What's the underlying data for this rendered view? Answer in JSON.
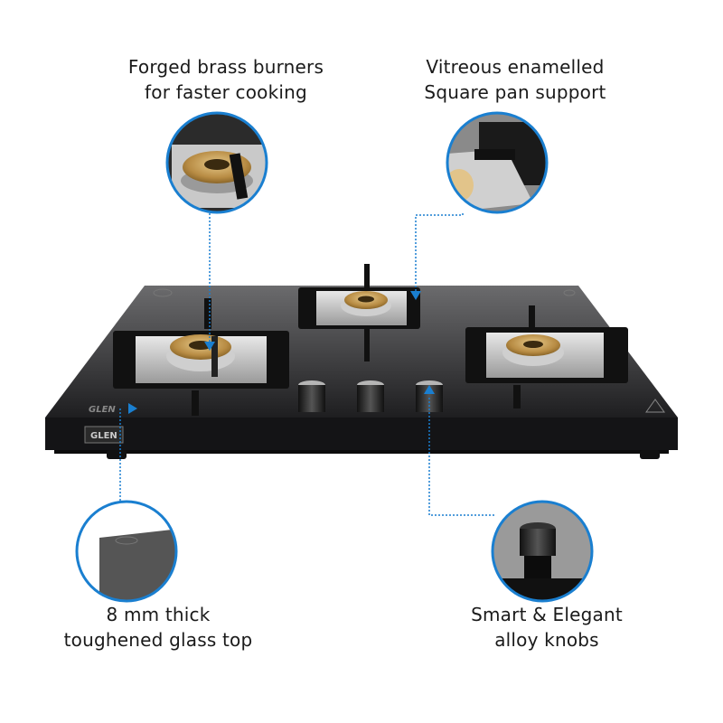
{
  "features": {
    "top_left": {
      "line1": "Forged brass burners",
      "line2": "for faster cooking"
    },
    "top_right": {
      "line1": "Vitreous enamelled",
      "line2": "Square pan support"
    },
    "bottom_left": {
      "line1": "8 mm thick",
      "line2": "toughened glass top"
    },
    "bottom_right": {
      "line1": "Smart & Elegant",
      "line2": "alloy knobs"
    }
  },
  "product": {
    "brand_glass": "GLEN",
    "brand_badge": "GLEN",
    "burner_count": 3,
    "knob_count": 3
  },
  "colors": {
    "accent": "#1a7fd0",
    "glass": "#1c1c1e",
    "brass": "#c7a05a",
    "text": "#1a1a1a"
  }
}
